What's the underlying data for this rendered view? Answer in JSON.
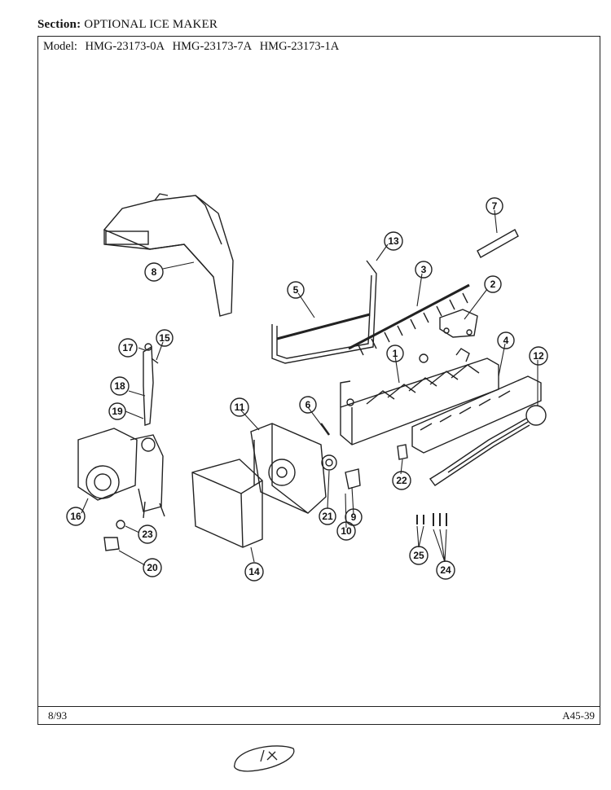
{
  "header": {
    "section_label": "Section:",
    "section_value": "OPTIONAL ICE MAKER"
  },
  "model": {
    "label": "Model:",
    "numbers": [
      "HMG-23173-0A",
      "HMG-23173-7A",
      "HMG-23173-1A"
    ]
  },
  "footer": {
    "date": "8/93",
    "page_code": "A45-39"
  },
  "callouts": [
    "1",
    "2",
    "3",
    "4",
    "5",
    "6",
    "7",
    "8",
    "9",
    "10",
    "11",
    "12",
    "13",
    "14",
    "15",
    "16",
    "17",
    "18",
    "19",
    "20",
    "21",
    "22",
    "23",
    "24",
    "25"
  ]
}
